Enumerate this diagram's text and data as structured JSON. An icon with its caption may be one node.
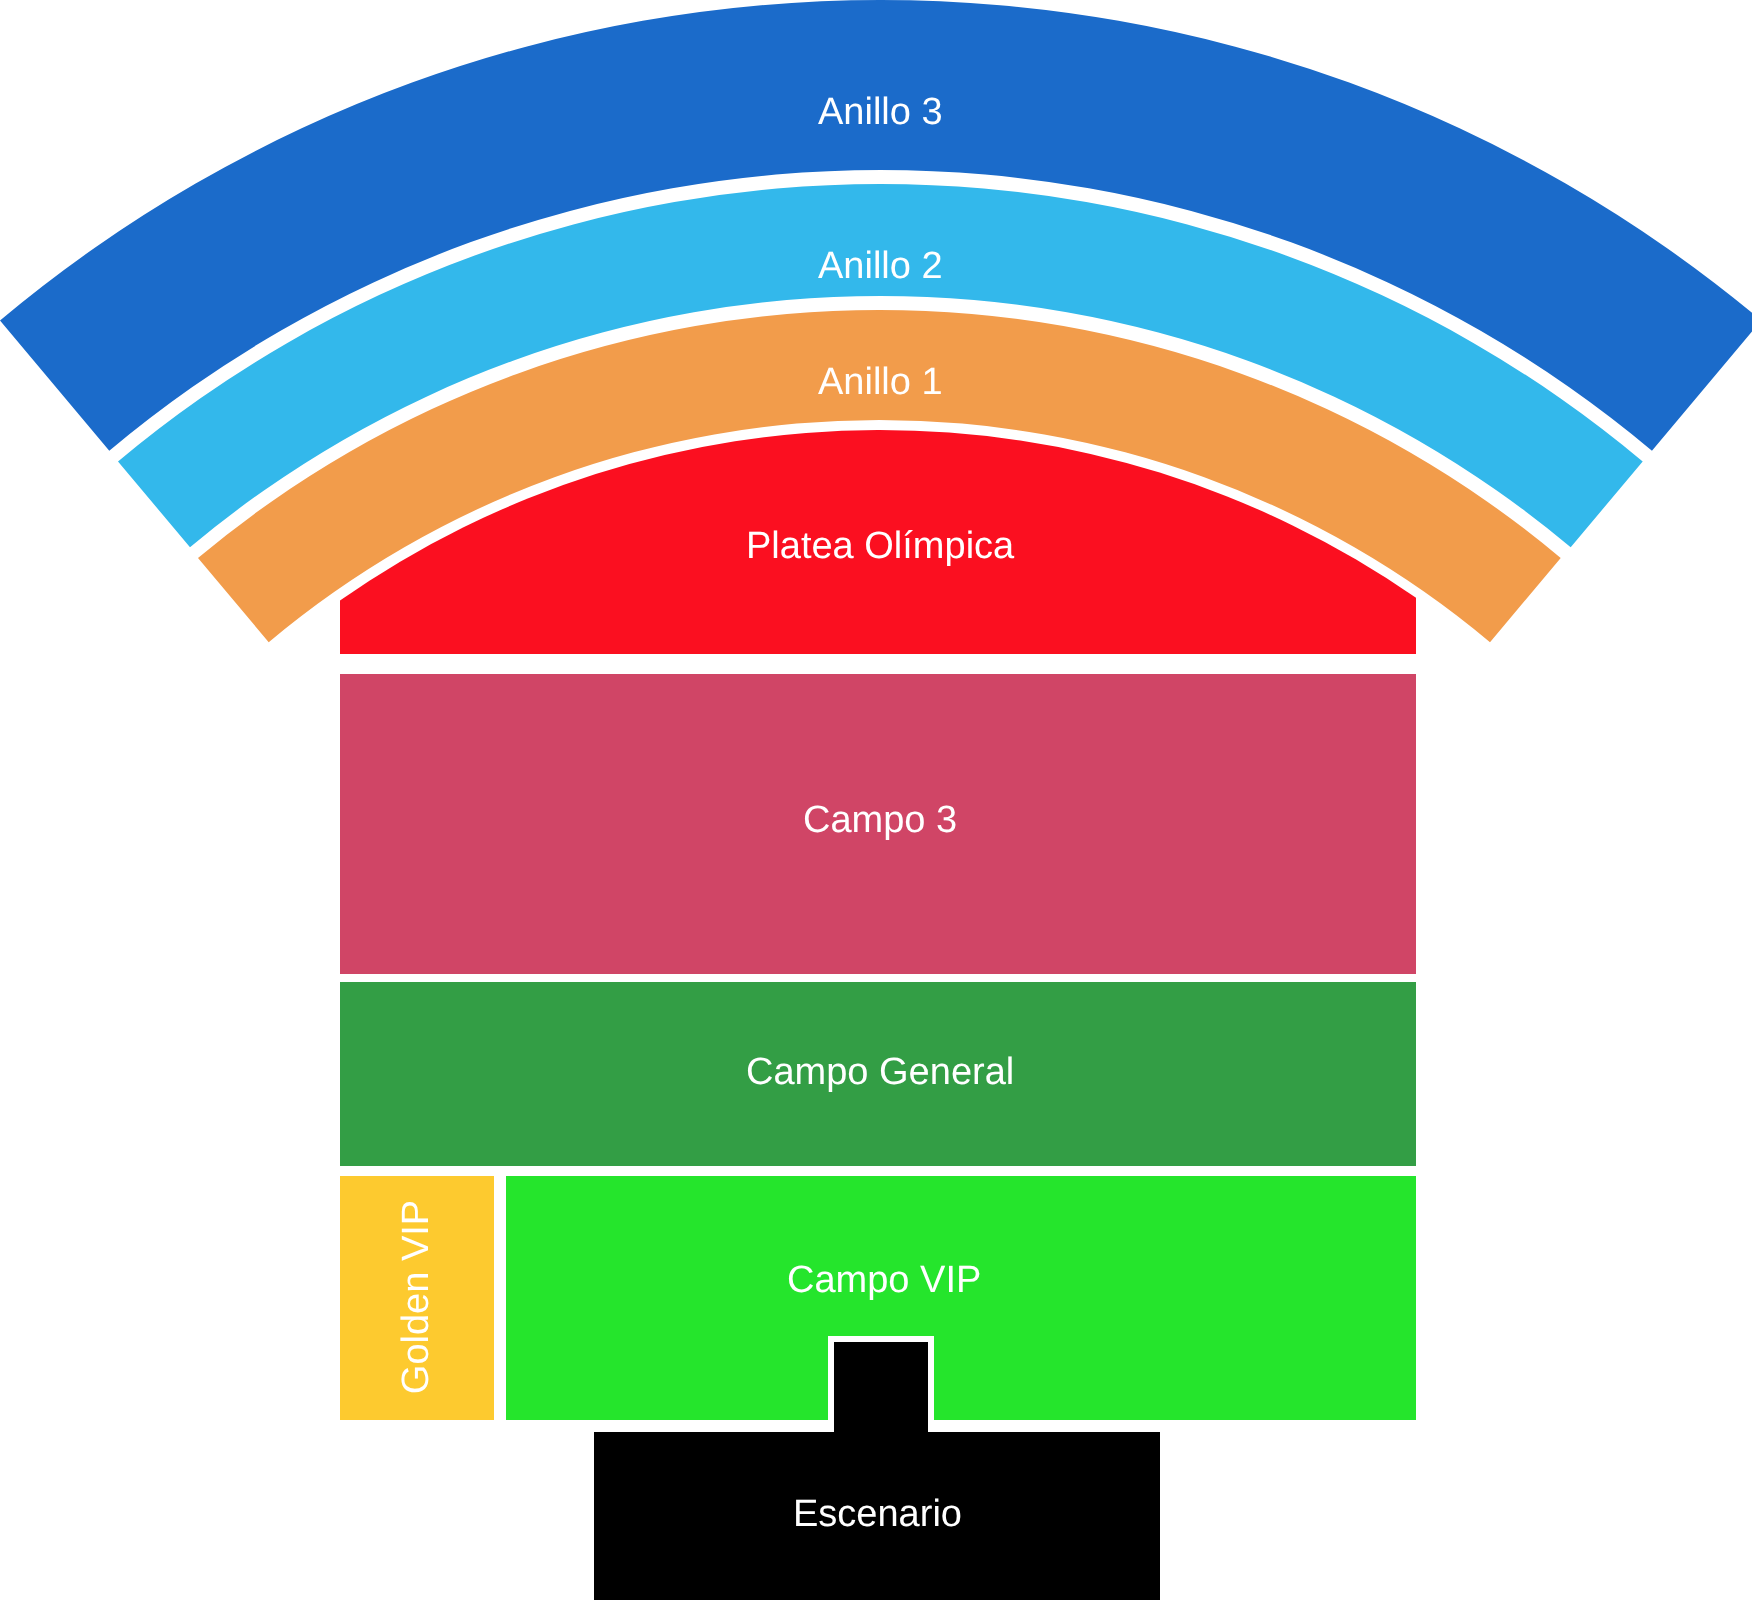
{
  "diagram": {
    "nodes": [
      {
        "text": [
          "Anillo 3"
        ]
      },
      {
        "text": [
          "Anillo 2"
        ]
      },
      {
        "text": [
          "Anillo 1"
        ]
      },
      {
        "text": [
          "Platea Olímpica"
        ]
      },
      {
        "text": [
          "Campo 3"
        ]
      },
      {
        "text": [
          "Campo General"
        ]
      },
      {
        "text": [
          "Golden VIP"
        ]
      },
      {
        "text": [
          "Campo VIP"
        ]
      },
      {
        "text": [
          "Escenario"
        ]
      }
    ]
  }
}
